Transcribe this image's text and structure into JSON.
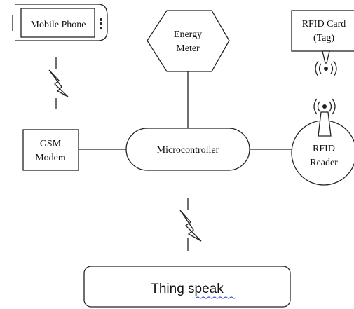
{
  "diagram": {
    "nodes": {
      "mobile_phone": {
        "label": "Mobile Phone",
        "color": "#5a1a1a"
      },
      "energy_meter": {
        "line1": "Energy",
        "line2": "Meter"
      },
      "rfid_card": {
        "line1": "RFID Card",
        "line2": "(Tag)"
      },
      "gsm_modem": {
        "line1": "GSM",
        "line2": "Modem"
      },
      "microcontroller": {
        "label": "Microcontroller"
      },
      "rfid_reader": {
        "line1": "RFID",
        "line2": "Reader"
      },
      "thing_speak": {
        "label": "Thing speak",
        "spellcheck_color": "#3b5bdb"
      }
    },
    "icons": {
      "wireless_links": "lightning-bolt",
      "rfid_signals": "radio-wave-antenna"
    }
  }
}
